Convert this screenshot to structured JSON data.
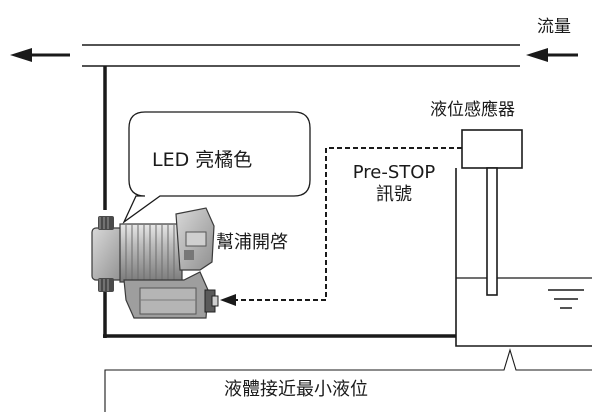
{
  "labels": {
    "flow": "流量",
    "level_sensor": "液位感應器",
    "led": "LED 亮橘色",
    "signal_line1": "Pre-STOP",
    "signal_line2": "訊號",
    "pump_switch": "幫浦開啓",
    "bottom_status": "液體接近最小液位"
  },
  "icons": {
    "pump": "metering-pump-icon",
    "sensor": "level-sensor-icon",
    "water_level": "water-level-symbol-icon"
  },
  "colors": {
    "line": "#1a1a1a",
    "pump_body": "#b8b8b8",
    "pump_shade": "#8c8c8c"
  }
}
